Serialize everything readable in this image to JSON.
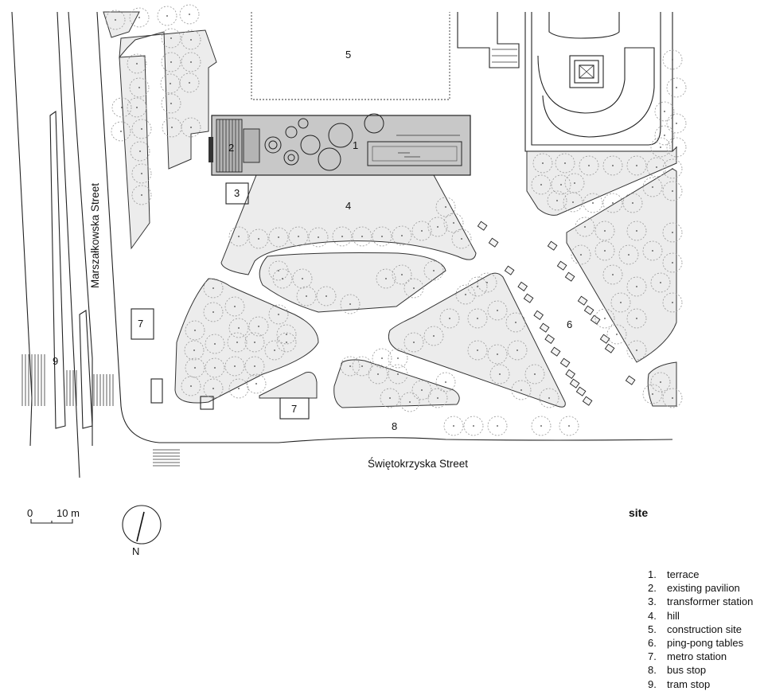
{
  "title": "site",
  "map_numbers": {
    "terrace": "1",
    "pavilion": "2",
    "transformer": "3",
    "hill": "4",
    "construction": "5",
    "pingpong": "6",
    "metro": "7",
    "bus": "8",
    "tram": "9"
  },
  "streets": {
    "marszalkowska": "Marszałkowska Street",
    "swietokrzyska": "Świętokrzyska Street"
  },
  "scale": {
    "zero": "0",
    "ten": "10 m"
  },
  "north_label": "N",
  "legend": [
    {
      "num": "1.",
      "label": "terrace"
    },
    {
      "num": "2.",
      "label": "existing pavilion"
    },
    {
      "num": "3.",
      "label": "transformer station"
    },
    {
      "num": "4.",
      "label": "hill"
    },
    {
      "num": "5.",
      "label": "construction site"
    },
    {
      "num": "6.",
      "label": "ping-pong tables"
    },
    {
      "num": "7.",
      "label": "metro station"
    },
    {
      "num": "8.",
      "label": "bus stop"
    },
    {
      "num": "9.",
      "label": "tram stop"
    }
  ]
}
